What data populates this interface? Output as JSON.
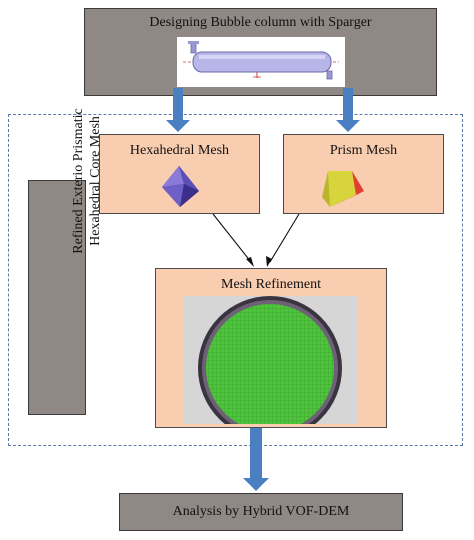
{
  "top_box": {
    "title": "Designing Bubble column with Sparger"
  },
  "hex_box": {
    "title": "Hexahedral Mesh"
  },
  "prism_box": {
    "title": "Prism Mesh"
  },
  "refine_box": {
    "title": "Mesh Refinement"
  },
  "side_box": {
    "line1": "Refined Exterio Prismatic",
    "line2": "Hexahedral Core Mesh"
  },
  "bottom_box": {
    "title": "Analysis by Hybrid VOF-DEM"
  },
  "colors": {
    "gray_box": "#8f8885",
    "peach_box": "#f9cdb0",
    "arrow_blue": "#4a7fc1",
    "dashed_frame": "#5b7aa6",
    "mesh_green": "#4ec43a"
  }
}
